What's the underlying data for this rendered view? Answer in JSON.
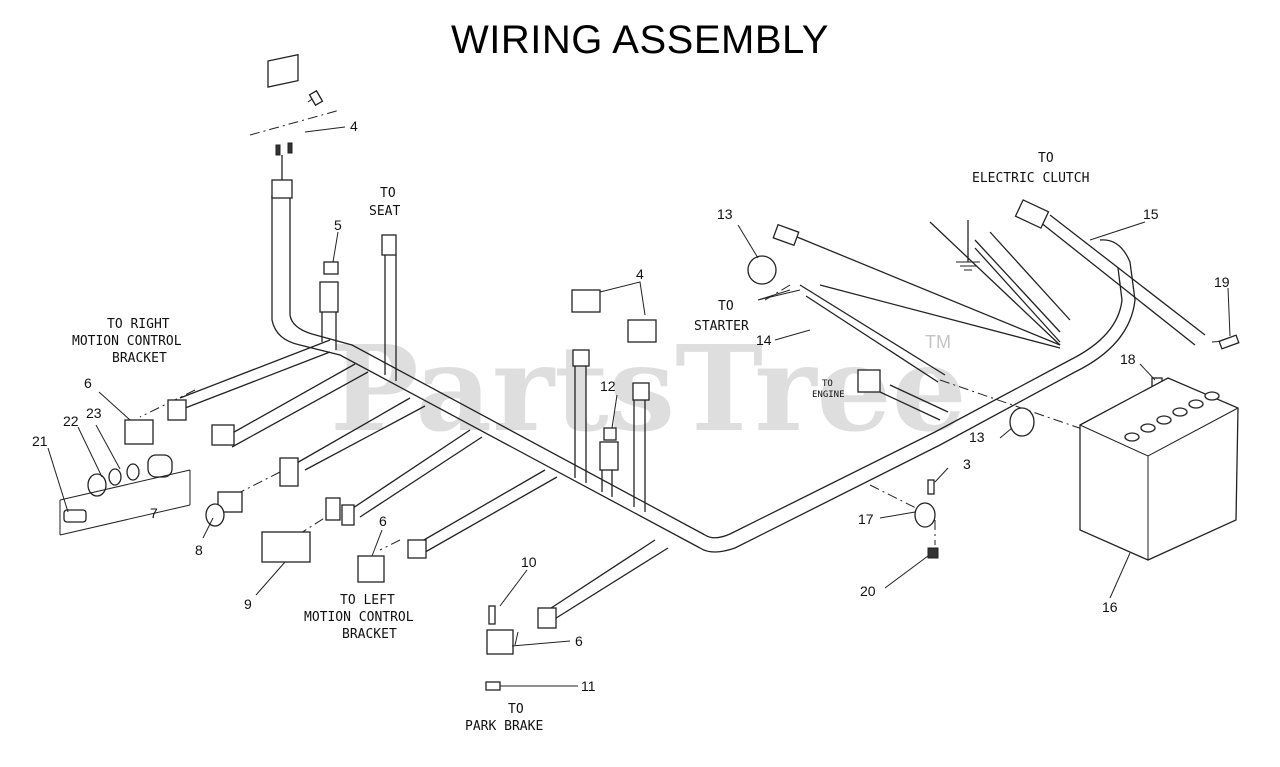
{
  "title": "WIRING ASSEMBLY",
  "watermark": {
    "text": "PartsTree",
    "mark": "TM"
  },
  "labels": {
    "seat": [
      "TO",
      "SEAT"
    ],
    "right_bracket": [
      "TO RIGHT",
      "MOTION CONTROL",
      "BRACKET"
    ],
    "left_bracket": [
      "TO LEFT",
      "MOTION CONTROL",
      "BRACKET"
    ],
    "starter": [
      "TO",
      "STARTER"
    ],
    "engine": [
      "TO",
      "ENGINE"
    ],
    "clutch": [
      "TO",
      "ELECTRIC CLUTCH"
    ],
    "park_brake": [
      "TO",
      "PARK BRAKE"
    ]
  },
  "callouts": {
    "n4a": "4",
    "n4b": "4",
    "n5": "5",
    "n6a": "6",
    "n6b": "6",
    "n6c": "6",
    "n7": "7",
    "n8": "8",
    "n9": "9",
    "n10": "10",
    "n11": "11",
    "n12": "12",
    "n13a": "13",
    "n13b": "13",
    "n14": "14",
    "n15": "15",
    "n16": "16",
    "n17": "17",
    "n18": "18",
    "n19": "19",
    "n20": "20",
    "n21": "21",
    "n22": "22",
    "n23": "23",
    "n3": "3"
  }
}
